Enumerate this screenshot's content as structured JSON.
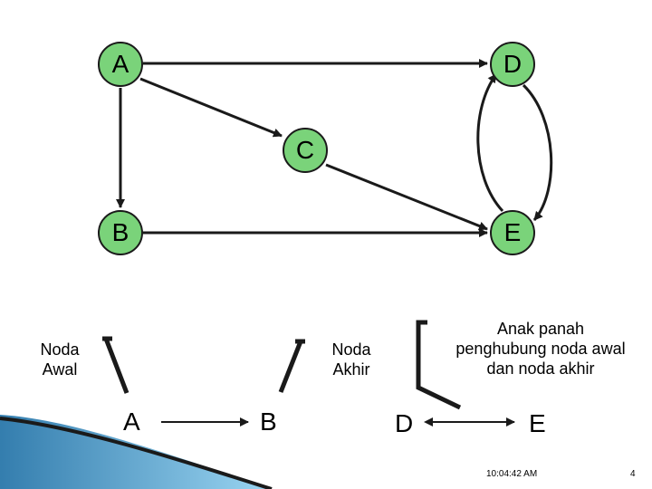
{
  "graph": {
    "nodes": {
      "a": "A",
      "b": "B",
      "c": "C",
      "d": "D",
      "e": "E"
    },
    "edges": [
      {
        "from": "A",
        "to": "D"
      },
      {
        "from": "A",
        "to": "C"
      },
      {
        "from": "A",
        "to": "B"
      },
      {
        "from": "C",
        "to": "E"
      },
      {
        "from": "B",
        "to": "E"
      },
      {
        "from": "D",
        "to": "E"
      },
      {
        "from": "E",
        "to": "D"
      }
    ]
  },
  "legend": {
    "start_label": "Noda Awal",
    "end_label": "Noda Akhir",
    "arrow_label": "Anak panah penghubung noda awal dan noda akhir",
    "example_start": "A",
    "example_end": "B",
    "example2_start": "D",
    "example2_end": "E"
  },
  "footer": {
    "time": "10:04:42 AM",
    "page": "4"
  },
  "colors": {
    "node_fill": "#7ad37a",
    "accent_blue": "#2f8fc9"
  }
}
